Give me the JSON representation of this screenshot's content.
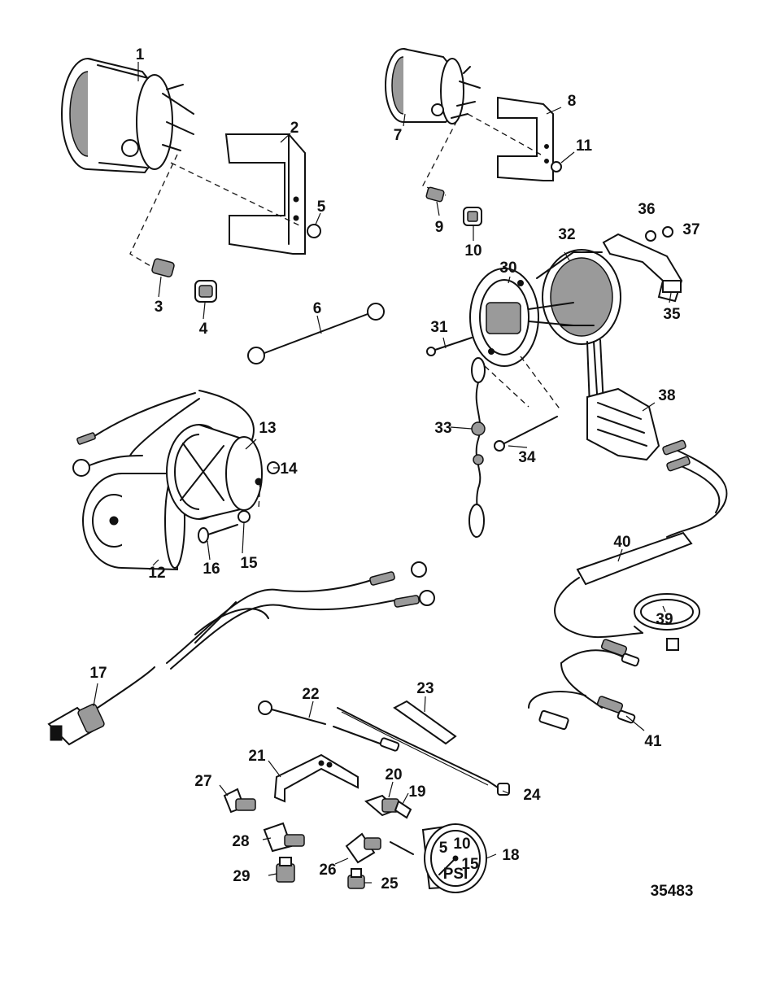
{
  "diagram": {
    "figure_number": "35483",
    "callouts": [
      "1",
      "2",
      "3",
      "4",
      "5",
      "6",
      "7",
      "8",
      "9",
      "10",
      "11",
      "12",
      "13",
      "14",
      "15",
      "16",
      "17",
      "18",
      "19",
      "20",
      "21",
      "22",
      "23",
      "24",
      "25",
      "26",
      "27",
      "28",
      "29",
      "30",
      "31",
      "32",
      "33",
      "34",
      "35",
      "36",
      "37",
      "38",
      "39",
      "40",
      "41"
    ],
    "gauge_dial": {
      "marks": [
        "5",
        "10",
        "15"
      ],
      "unit": "PSI"
    }
  }
}
